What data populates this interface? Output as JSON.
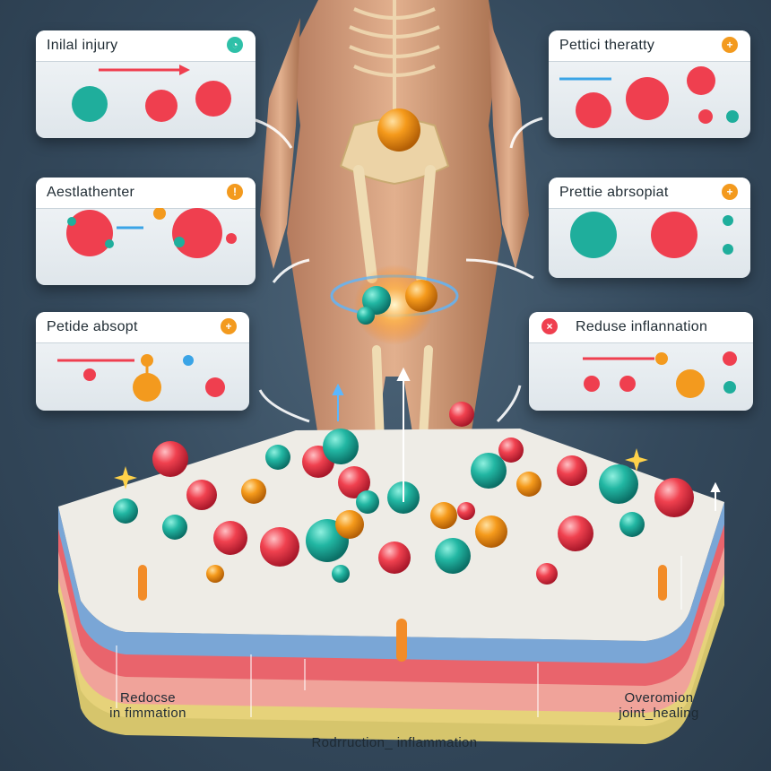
{
  "panels": {
    "initial_injury": {
      "title": "Inilal injury"
    },
    "peptide_therapy": {
      "title": "Pettici theratty"
    },
    "aesthetic": {
      "title": "Aestlathenter"
    },
    "peptide_absorption_right": {
      "title": "Prettie abrsopiat"
    },
    "peptide_absorb_left": {
      "title": "Petide absopt"
    },
    "reduce_inflammation": {
      "title": "Reduse inflannation"
    }
  },
  "captions": {
    "left_line1": "Redocse",
    "left_line2": "in fimmation",
    "center": "Rodrruction_ inflammation",
    "right_line1": "Overomion",
    "right_line2": "joint_healing"
  },
  "colors": {
    "background": "#34495c",
    "teal_molecule": "#1fae9c",
    "red_molecule": "#ef3f4f",
    "orange_molecule": "#f39a1e",
    "layer_blue": "#7aa6d6",
    "layer_red": "#e9646c",
    "layer_pink": "#f0a39a",
    "layer_yellow": "#e6d27a"
  },
  "icons": [
    "clock-icon",
    "plus-icon",
    "close-icon",
    "arrow-icon",
    "sparkle-icon"
  ]
}
